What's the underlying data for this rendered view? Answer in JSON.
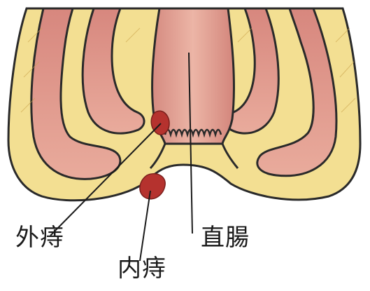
{
  "labels": {
    "gaiji": "外痔",
    "naiji": "内痔",
    "chocho": "直腸"
  },
  "colors": {
    "background": "#ffffff",
    "fat_yellow": "#f3df92",
    "muscle_pink": "#d98f86",
    "muscle_highlight": "#ecb7a8",
    "hemorrhoid_red": "#b5322e",
    "outline": "#2a2a2a"
  }
}
